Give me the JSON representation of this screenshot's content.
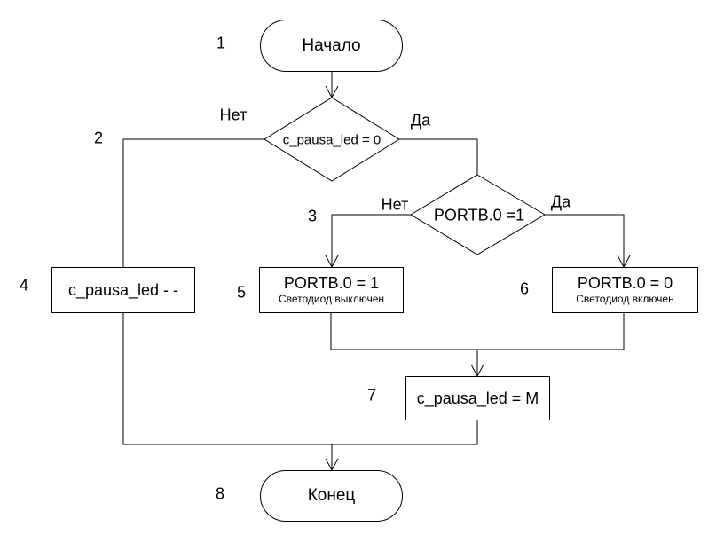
{
  "colors": {
    "background": "#ffffff",
    "line": "#000000",
    "text": "#000000"
  },
  "flowchart": {
    "start": {
      "number": "1",
      "label": "Начало"
    },
    "decision_pausa": {
      "number": "2",
      "label": "c_pausa_led = 0",
      "no": "Нет",
      "yes": "Да"
    },
    "decision_portb": {
      "number": "3",
      "label": "PORTB.0 =1",
      "no": "Нет",
      "yes": "Да"
    },
    "process_decrement": {
      "number": "4",
      "label": "c_pausa_led - -"
    },
    "process_led_off": {
      "number": "5",
      "label": "PORTB.0 = 1",
      "sublabel": "Светодиод выключен"
    },
    "process_led_on": {
      "number": "6",
      "label": "PORTB.0 = 0",
      "sublabel": "Светодиод включен"
    },
    "process_reload": {
      "number": "7",
      "label": "c_pausa_led = M"
    },
    "end": {
      "number": "8",
      "label": "Конец"
    }
  }
}
